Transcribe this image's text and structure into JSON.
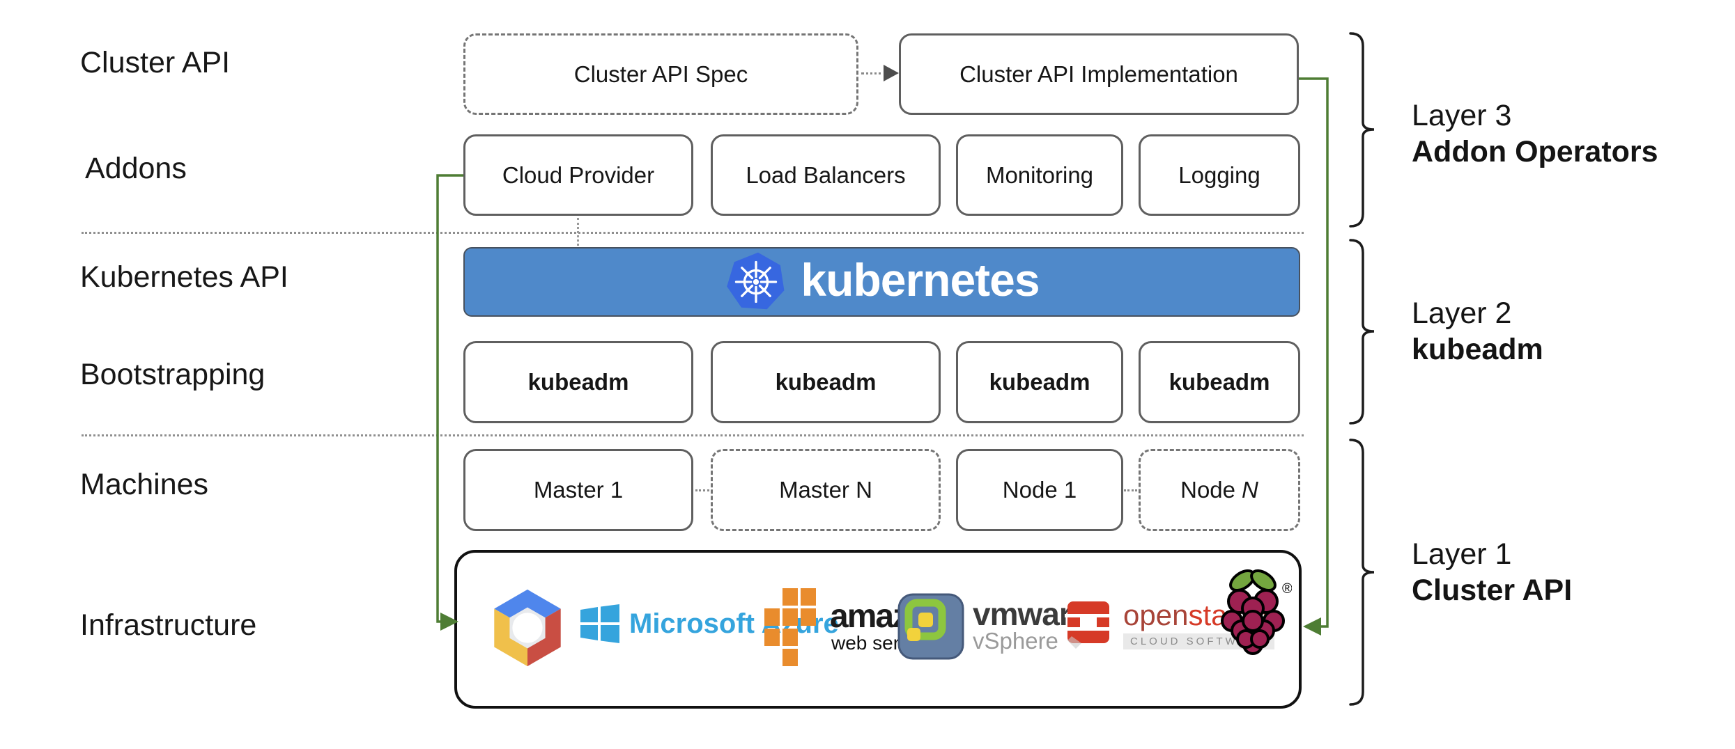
{
  "colors": {
    "green": "#4e7d34",
    "banner-blue": "#4f89ca",
    "k8s-blue": "#3767e0",
    "border-gray": "#5f5f5f",
    "azure-blue": "#35a4dd",
    "aws-orange": "#e98c2d",
    "openstack-red": "#d63a27",
    "raspberry-pink": "#9e2152",
    "leaf-green": "#74a63f"
  },
  "left_labels": [
    "Cluster API",
    "Addons",
    "Kubernetes API",
    "Bootstrapping",
    "Machines",
    "Infrastructure"
  ],
  "cluster_api_row": {
    "spec_label": "Cluster API Spec",
    "impl_label": "Cluster API Implementation"
  },
  "addons": [
    "Cloud Provider",
    "Load Balancers",
    "Monitoring",
    "Logging"
  ],
  "banner": {
    "label": "kubernetes"
  },
  "bootstrapping": [
    "kubeadm",
    "kubeadm",
    "kubeadm",
    "kubeadm"
  ],
  "machines": [
    {
      "label": "Master 1",
      "italic": ""
    },
    {
      "label": "Master N",
      "italic": ""
    },
    {
      "label": "Node 1",
      "italic": ""
    },
    {
      "label": "Node",
      "italic": "N"
    }
  ],
  "layers": [
    {
      "line1": "Layer 3",
      "line2": "Addon Operators"
    },
    {
      "line1": "Layer 2",
      "line2": "kubeadm"
    },
    {
      "line1": "Layer 1",
      "line2": "Cluster API"
    }
  ],
  "infrastructure_logos": {
    "azure_text": "Microsoft Azure",
    "aws_text1": "amazon",
    "aws_text2": "web services",
    "vmware_text1": "vmware",
    "vmware_text2": "vSphere",
    "openstack_text1": "open",
    "openstack_text2": "stack",
    "openstack_sub": "CLOUD SOFTWARE",
    "registered_mark": "®",
    "trademark_mark": "™"
  }
}
